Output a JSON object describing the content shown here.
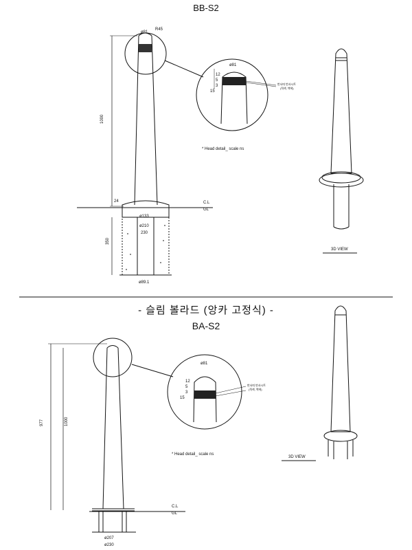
{
  "top": {
    "title": "BB-S2",
    "dims": {
      "head_dia": "ø81",
      "radius": "R45",
      "height": "1000",
      "base_ht": "24",
      "w1": "ø133",
      "w2": "ø210",
      "w3": "230",
      "embed": "350",
      "pipe": "ø89.1",
      "cl": "C.L",
      "gl": "GL"
    },
    "head": {
      "dia": "ø81",
      "d1": "12",
      "d2": "5",
      "d3": "3",
      "d4": "15",
      "note_line1": "반사띠 반사시트",
      "note_line2": "(적색, 백색)"
    },
    "head_note": "* Head detail_ scale ns",
    "view_label": "3D VIEW"
  },
  "bottom": {
    "title_korean": "- 슬림 볼라드 (앙카 고정식) -",
    "title": "BA-S2",
    "dims": {
      "h1": "977",
      "h2": "1000",
      "w1": "ø207",
      "w2": "ø230",
      "cl": "C.L",
      "gl": "GL"
    },
    "head": {
      "dia": "ø81",
      "d1": "12",
      "d2": "5",
      "d3": "3",
      "d4": "15",
      "note_line1": "반사띠 반사시트",
      "note_line2": "(적색, 백색)"
    },
    "head_note": "* Head detail_ scale ns",
    "view_label": "3D VIEW"
  }
}
